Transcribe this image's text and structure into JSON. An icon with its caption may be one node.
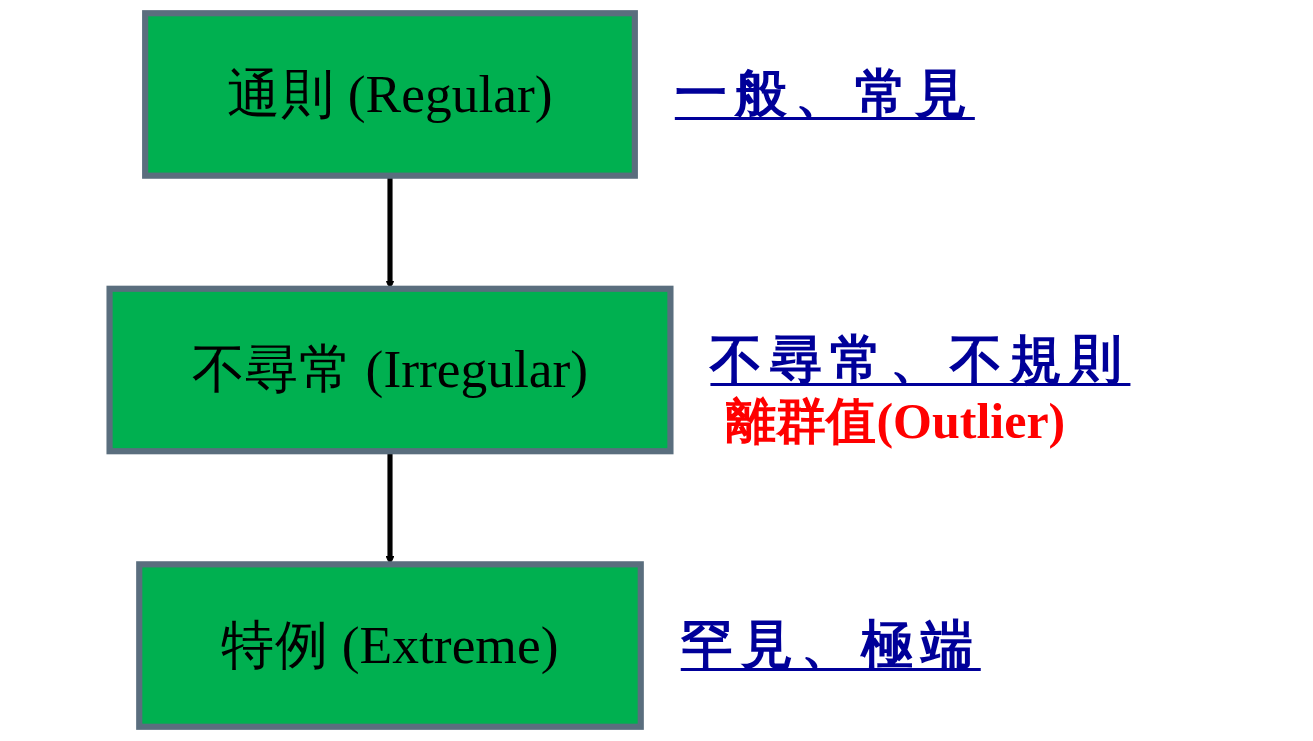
{
  "diagram": {
    "nodes": [
      {
        "text": [
          "通則 (Regular)"
        ],
        "beside": [
          "一般、常見"
        ]
      },
      {
        "text": [
          "不尋常 (Irregular)"
        ],
        "beside": [
          "不尋常、不規則",
          "離群值(Outlier)"
        ]
      },
      {
        "text": [
          "特例 (Extreme)"
        ],
        "beside": [
          "罕見、極端"
        ]
      }
    ],
    "edges": [
      {
        "from": 0,
        "to": 1,
        "arrow": "to"
      },
      {
        "from": 1,
        "to": 2,
        "arrow": "to"
      }
    ]
  }
}
